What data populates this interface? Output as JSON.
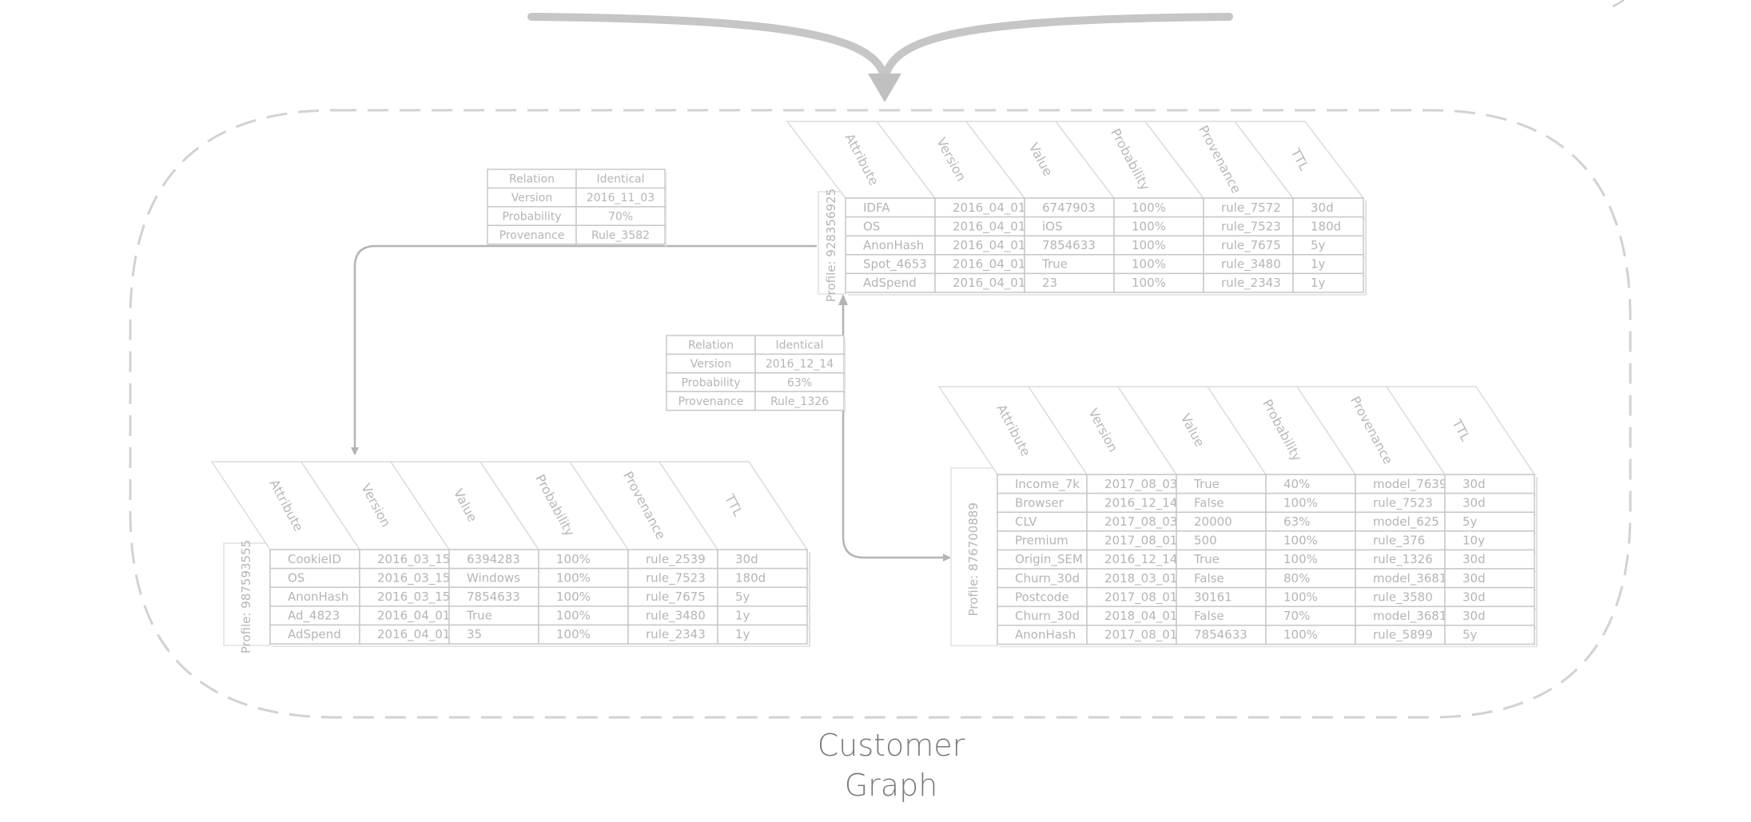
{
  "caption": {
    "line1": "Customer",
    "line2": "Graph"
  },
  "columns": [
    "Attribute",
    "Version",
    "Value",
    "Probability",
    "Provenance",
    "TTL"
  ],
  "profiles": [
    {
      "id": "profile-top",
      "label": "Profile: 928356925",
      "rows": [
        [
          "IDFA",
          "2016_04_01",
          "6747903",
          "100%",
          "rule_7572",
          "30d"
        ],
        [
          "OS",
          "2016_04_01",
          "iOS",
          "100%",
          "rule_7523",
          "180d"
        ],
        [
          "AnonHash",
          "2016_04_01",
          "7854633",
          "100%",
          "rule_7675",
          "5y"
        ],
        [
          "Spot_4653",
          "2016_04_01",
          "True",
          "100%",
          "rule_3480",
          "1y"
        ],
        [
          "AdSpend",
          "2016_04_01",
          "23",
          "100%",
          "rule_2343",
          "1y"
        ]
      ]
    },
    {
      "id": "profile-left",
      "label": "Profile: 987593555",
      "rows": [
        [
          "CookieID",
          "2016_03_15",
          "6394283",
          "100%",
          "rule_2539",
          "30d"
        ],
        [
          "OS",
          "2016_03_15",
          "Windows",
          "100%",
          "rule_7523",
          "180d"
        ],
        [
          "AnonHash",
          "2016_03_15",
          "7854633",
          "100%",
          "rule_7675",
          "5y"
        ],
        [
          "Ad_4823",
          "2016_04_01",
          "True",
          "100%",
          "rule_3480",
          "1y"
        ],
        [
          "AdSpend",
          "2016_04_01",
          "35",
          "100%",
          "rule_2343",
          "1y"
        ]
      ]
    },
    {
      "id": "profile-right",
      "label": "Profile: 876700889",
      "rows": [
        [
          "Income_7k",
          "2017_08_03",
          "True",
          "40%",
          "model_7639",
          "30d"
        ],
        [
          "Browser",
          "2016_12_14",
          "False",
          "100%",
          "rule_7523",
          "30d"
        ],
        [
          "CLV",
          "2017_08_03",
          "20000",
          "63%",
          "model_625",
          "5y"
        ],
        [
          "Premium",
          "2017_08_01",
          "500",
          "100%",
          "rule_376",
          "10y"
        ],
        [
          "Origin_SEM",
          "2016_12_14",
          "True",
          "100%",
          "rule_1326",
          "30d"
        ],
        [
          "Churn_30d",
          "2018_03_01",
          "False",
          "80%",
          "model_3681",
          "30d"
        ],
        [
          "Postcode",
          "2017_08_01",
          "30161",
          "100%",
          "rule_3580",
          "30d"
        ],
        [
          "Churn_30d",
          "2018_04_01",
          "False",
          "70%",
          "model_3681",
          "30d"
        ],
        [
          "AnonHash",
          "2017_08_01",
          "7854633",
          "100%",
          "rule_5899",
          "5y"
        ]
      ]
    }
  ],
  "relations": [
    {
      "id": "relation-a",
      "rows": [
        [
          "Relation",
          "Identical"
        ],
        [
          "Version",
          "2016_11_03"
        ],
        [
          "Probability",
          "70%"
        ],
        [
          "Provenance",
          "Rule_3582"
        ]
      ]
    },
    {
      "id": "relation-b",
      "rows": [
        [
          "Relation",
          "Identical"
        ],
        [
          "Version",
          "2016_12_14"
        ],
        [
          "Probability",
          "63%"
        ],
        [
          "Provenance",
          "Rule_1326"
        ]
      ]
    }
  ]
}
